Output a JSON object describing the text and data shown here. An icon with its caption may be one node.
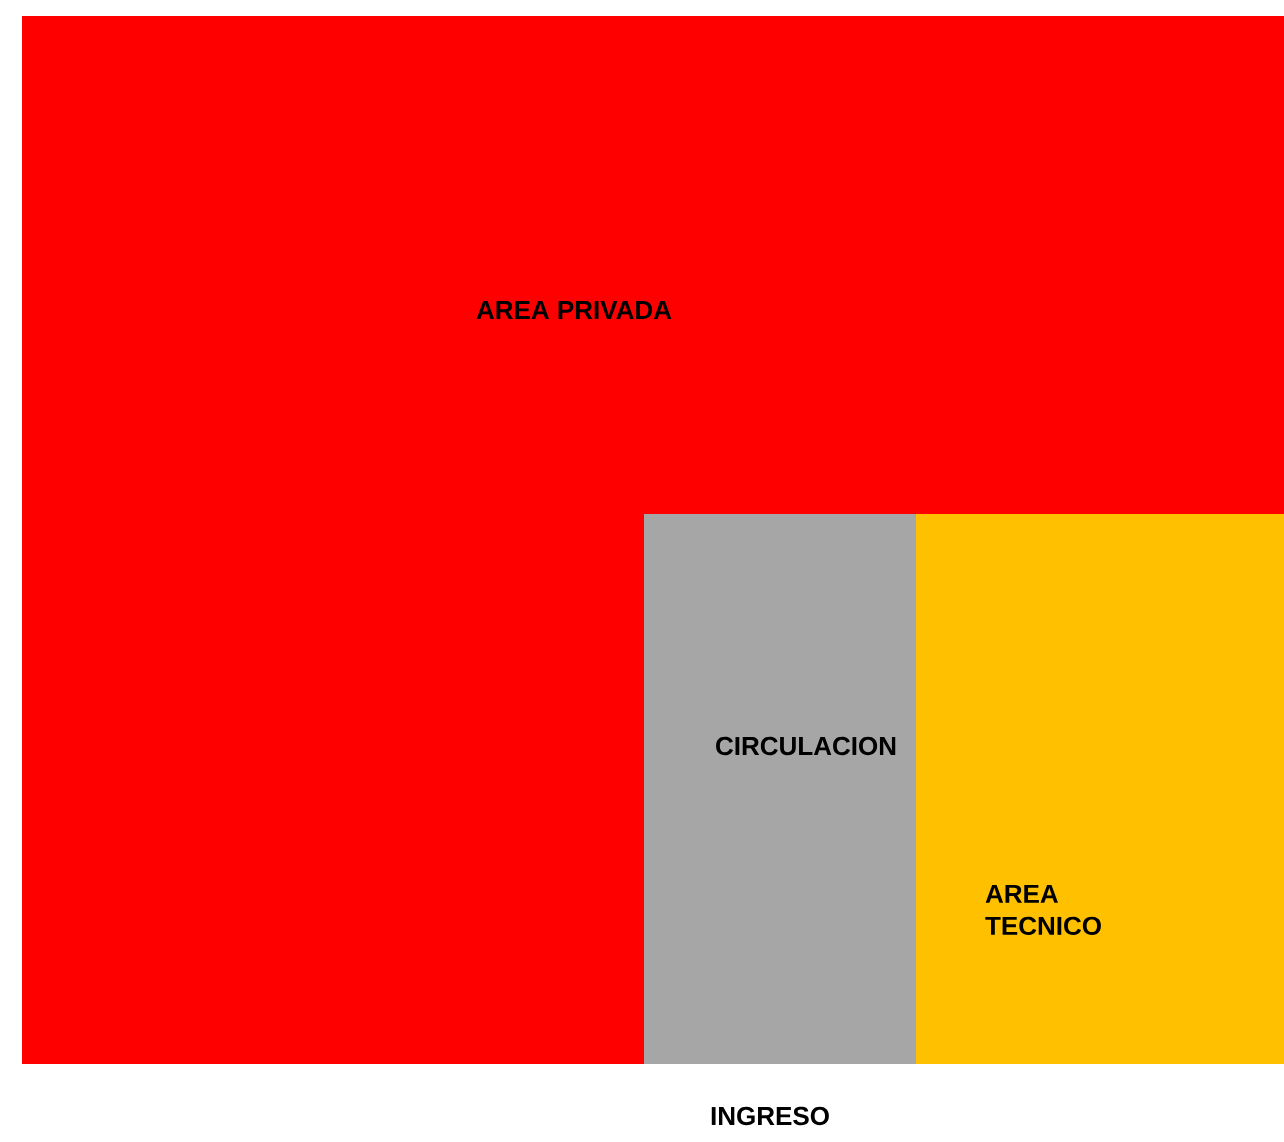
{
  "diagram": {
    "nodes": [
      {
        "text": [
          "AREA PRIVADA"
        ]
      },
      {
        "text": [
          "CIRCULACION"
        ]
      },
      {
        "text": [
          "AREA TECNICO"
        ]
      }
    ],
    "labels": [
      "INGRESO"
    ]
  }
}
